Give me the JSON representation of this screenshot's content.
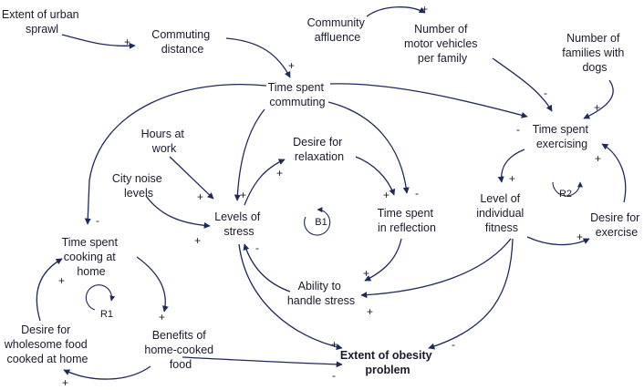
{
  "variables": {
    "urban_sprawl": [
      "Extent of urban",
      "sprawl"
    ],
    "commuting_distance": [
      "Commuting",
      "distance"
    ],
    "community_affluence": [
      "Community",
      "affluence"
    ],
    "motor_vehicles": [
      "Number of",
      "motor vehicles",
      "per family"
    ],
    "families_dogs": [
      "Number of",
      "families with",
      "dogs"
    ],
    "time_commuting": [
      "Time spent",
      "commuting"
    ],
    "hours_at_work": [
      "Hours at",
      "work"
    ],
    "desire_relaxation": [
      "Desire for",
      "relaxation"
    ],
    "time_exercising": [
      "Time spent",
      "exercising"
    ],
    "city_noise": [
      "City noise",
      "levels"
    ],
    "levels_stress": [
      "Levels of",
      "stress"
    ],
    "time_reflection": [
      "Time spent",
      "in reflection"
    ],
    "individual_fitness": [
      "Level of",
      "individual",
      "fitness"
    ],
    "desire_exercise": [
      "Desire for",
      "exercise"
    ],
    "time_cooking": [
      "Time spent",
      "cooking at",
      "home"
    ],
    "handle_stress": [
      "Ability to",
      "handle stress"
    ],
    "desire_wholesome": [
      "Desire for",
      "wholesome food",
      "cooked at home"
    ],
    "benefits_home_cooked": [
      "Benefits of",
      "home-cooked",
      "food"
    ],
    "obesity_problem": [
      "Extent of obesity",
      "problem"
    ]
  },
  "loops": {
    "b1": "B1",
    "r1": "R1",
    "r2": "R2"
  },
  "polarities": {
    "sprawl_to_distance": "+",
    "distance_to_commuting": "+",
    "affluence_to_vehicles": "+",
    "vehicles_to_exercising": "-",
    "dogs_to_exercising": "+",
    "commuting_to_exercising": "-",
    "commuting_to_stress": "+",
    "commuting_to_reflection": "-",
    "commuting_to_cooking": "-",
    "hours_to_stress": "+",
    "noise_to_stress": "+",
    "stress_to_relaxation": "+",
    "relaxation_to_reflection": "+",
    "reflection_to_handle": "+",
    "handle_to_stress": "-",
    "fitness_to_handle": "+",
    "stress_to_obesity": "+",
    "exercising_to_fitness": "+",
    "fitness_to_desire_exercise": "+",
    "desire_exercise_to_exercising": "+",
    "fitness_to_obesity": "-",
    "cooking_to_benefits": "+",
    "benefits_to_wholesome": "+",
    "wholesome_to_cooking": "+",
    "benefits_to_obesity": "-"
  }
}
